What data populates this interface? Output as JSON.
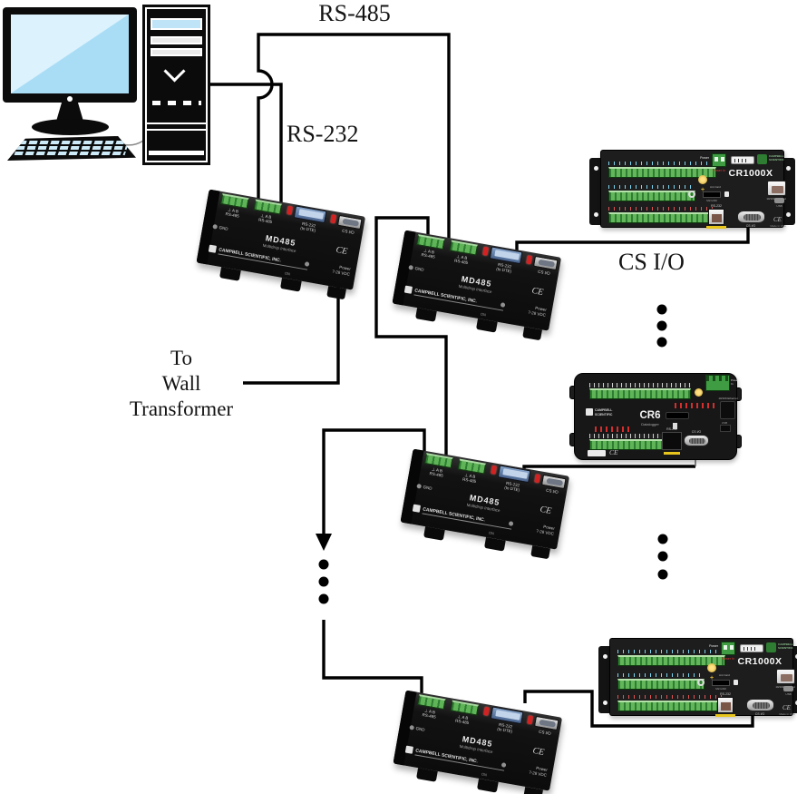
{
  "diagram": {
    "labels": {
      "rs485_bus": "RS-485",
      "rs232": "RS-232",
      "cs_io": "CS I/O",
      "wall_transformer": "To\nWall\nTransformer"
    }
  },
  "md485": {
    "model": "MD485",
    "subtitle": "Multidrop Interface",
    "rs485_port": "⊥  A  B\nRS-485",
    "rs232_port": "RS-232\n(to DTE)",
    "cs_io_port": "CS I/O",
    "gnd_label": "GND",
    "power_label": "Power\n7-28 VDC",
    "on_label": "ON",
    "ce_mark": "CE",
    "brand": "CAMPBELL SCIENTIFIC, INC."
  },
  "cr1000x": {
    "model": "CR1000X",
    "brand": "CAMPBELL\nSCIENTIFIC",
    "power_top": "Power",
    "power_in": "Power In",
    "ant_card": "Ant  Card",
    "microsd": "MicroSD",
    "ethernet": "10/100 Ethernet",
    "rs232": "RS-232",
    "cs_io": "CS I/O",
    "usb": "USB",
    "ce_mark": "CE",
    "made_in": "Made in USA"
  },
  "cr6": {
    "model": "CR6",
    "subtitle": "Datalogger",
    "brand": "CAMPBELL\nSCIENTIFIC",
    "power_in": "Power\nIn",
    "ethernet": "10/100 Ethernet",
    "rs232": "RS-232",
    "cs_io": "CS I/O",
    "usb": "USB",
    "ce_mark": "CE"
  },
  "colors": {
    "wire": "#000000",
    "device_body": "#161616",
    "terminal_green": "#4aa54a",
    "led_red": "#d32222",
    "rs232_blue": "#5b7fae",
    "screen_blue": "#bfe6f8",
    "brand_green": "#2e7d32",
    "accent_yellow": "#e8c51c"
  }
}
